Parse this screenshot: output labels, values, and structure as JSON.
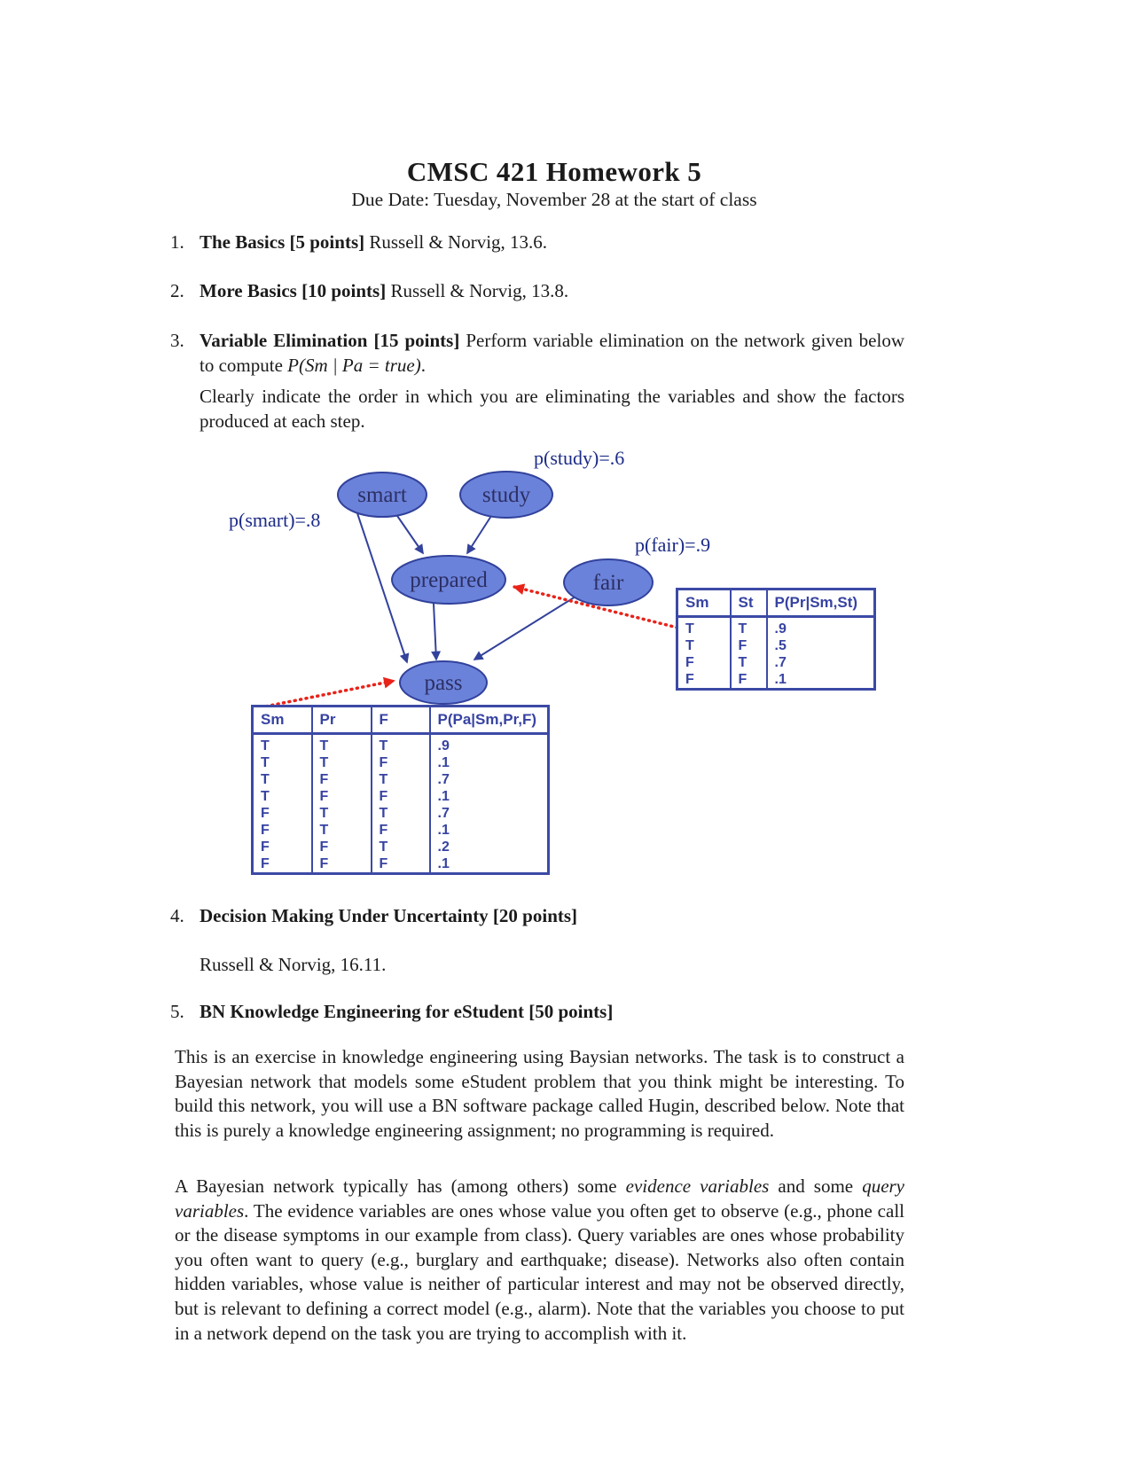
{
  "page": {
    "title": "CMSC 421 Homework 5",
    "due_date": "Due Date: Tuesday, November 28 at the start of class"
  },
  "item1": {
    "number": "1.",
    "title": "The Basics [5 points]",
    "text": " Russell & Norvig, 13.6."
  },
  "item2": {
    "number": "2.",
    "title": "More Basics [10 points]",
    "text": " Russell & Norvig, 13.8."
  },
  "item3": {
    "number": "3.",
    "title": "Variable Elimination [15 points]",
    "text": " Perform variable elimination on the network given below to compute ",
    "math": "P(Sm | Pa = true)",
    "period": ".",
    "para2": "Clearly indicate the order in which you are eliminating the variables and show the factors produced at each step."
  },
  "item4": {
    "number": "4.",
    "title": "Decision Making Under Uncertainty [20 points]",
    "text": "Russell & Norvig, 16.11."
  },
  "item5": {
    "number": "5.",
    "title": "BN Knowledge Engineering for eStudent [50 points]"
  },
  "paragraphs": {
    "p1": "This is an exercise in knowledge engineering using Baysian networks.  The task is to construct a Bayesian network that models some eStudent problem that you think might be interesting.  To build this network, you will use a BN software package called Hugin, described below.  Note that this is purely a knowledge engineering assignment; no programming is required.",
    "p2a": "A Bayesian network typically has (among others) some ",
    "p2b": "evidence variables",
    "p2c": " and some ",
    "p2d": "query variables",
    "p2e": ".  The evidence variables are ones whose value you often get to observe (e.g., phone call or the disease symptoms in our example from class).  Query variables are ones whose probability you often want to query (e.g., burglary and earthquake; disease).  Networks also often contain hidden variables, whose value is neither of particular interest and may not be observed directly, but is relevant to defining a correct model (e.g., alarm).  Note that the variables you choose to put in a network depend on the task you are trying to accomplish with it."
  },
  "diagram": {
    "nodes": {
      "smart": "smart",
      "study": "study",
      "prepared": "prepared",
      "fair": "fair",
      "pass": "pass"
    },
    "labels": {
      "p_smart": "p(smart)=.8",
      "p_study": "p(study)=.6",
      "p_fair": "p(fair)=.9"
    },
    "colors": {
      "node_fill": "#6b82da",
      "node_stroke": "#31419b",
      "arrow_blue": "#33429b",
      "arrow_red": "#e8231a",
      "table_border": "#3c4aa5",
      "table_text": "#3743a2"
    },
    "table1": {
      "headers": [
        "Sm",
        "St",
        "P(Pr|Sm,St)"
      ],
      "rows": [
        [
          "T",
          "T",
          ".9"
        ],
        [
          "T",
          "F",
          ".5"
        ],
        [
          "F",
          "T",
          ".7"
        ],
        [
          "F",
          "F",
          ".1"
        ]
      ]
    },
    "table2": {
      "headers": [
        "Sm",
        "Pr",
        "F",
        "P(Pa|Sm,Pr,F)"
      ],
      "rows": [
        [
          "T",
          "T",
          "T",
          ".9"
        ],
        [
          "T",
          "T",
          "F",
          ".1"
        ],
        [
          "T",
          "F",
          "T",
          ".7"
        ],
        [
          "T",
          "F",
          "F",
          ".1"
        ],
        [
          "F",
          "T",
          "T",
          ".7"
        ],
        [
          "F",
          "T",
          "F",
          ".1"
        ],
        [
          "F",
          "F",
          "T",
          ".2"
        ],
        [
          "F",
          "F",
          "F",
          ".1"
        ]
      ]
    }
  }
}
